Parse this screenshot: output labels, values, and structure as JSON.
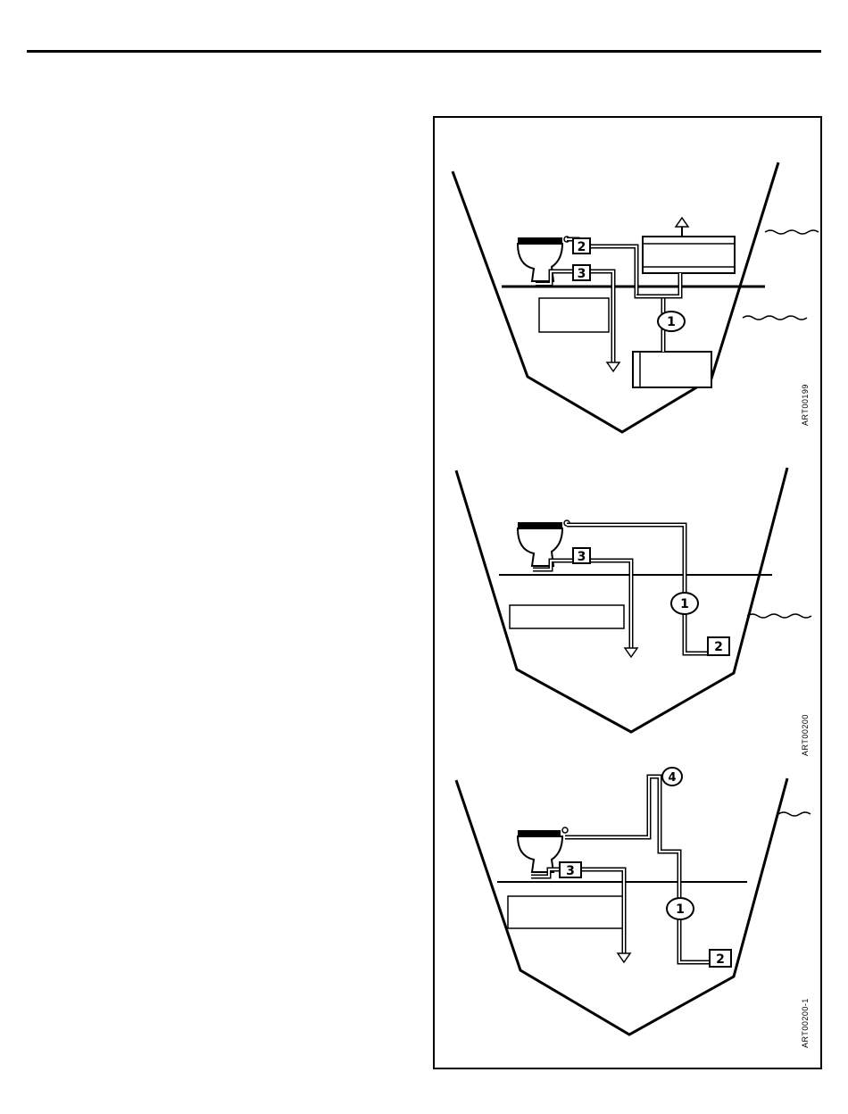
{
  "figure": {
    "panels": [
      {
        "art_id": "ART00199",
        "callouts": [
          "1",
          "2",
          "3"
        ]
      },
      {
        "art_id": "ART00200",
        "callouts": [
          "1",
          "2",
          "3"
        ]
      },
      {
        "art_id": "ART00200-1",
        "callouts": [
          "1",
          "2",
          "3",
          "4"
        ]
      }
    ]
  }
}
